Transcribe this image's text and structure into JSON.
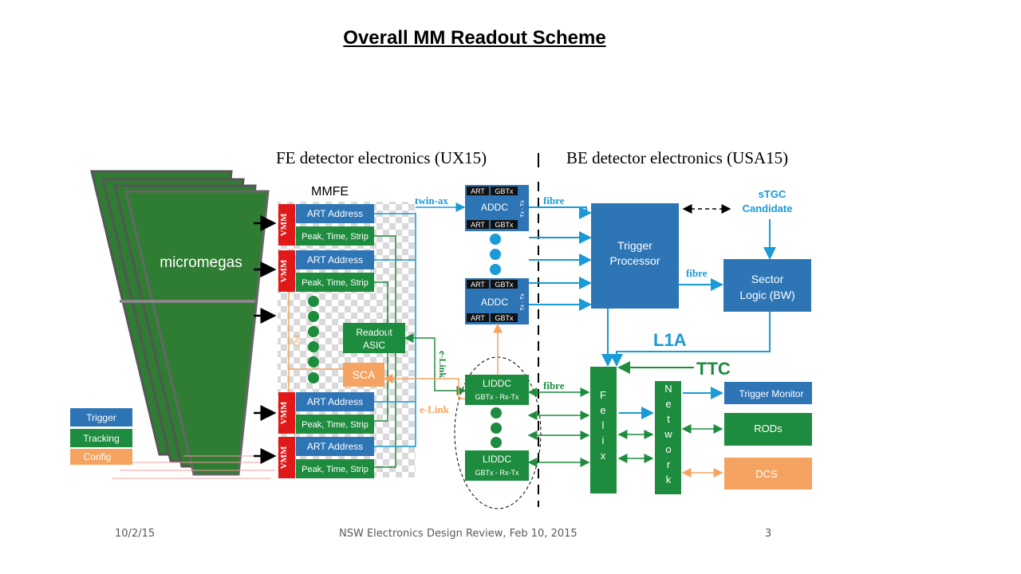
{
  "slide": {
    "title": "Overall MM Readout Scheme",
    "footer_date": "10/2/15",
    "footer_center": "NSW Electronics Design Review, Feb 10, 2015",
    "footer_page": "3"
  },
  "diagram": {
    "fe_header": "FE detector electronics (UX15)",
    "be_header": "BE detector electronics (USA15)",
    "detector_label": "micromegas",
    "mmfe_label": "MMFE",
    "vmm_label": "VMM",
    "art_address": "ART Address",
    "peak_time_strip": "Peak, Time, Strip",
    "i2c": "I²C",
    "readout_asic_l1": "Readout",
    "readout_asic_l2": "ASIC",
    "sca": "SCA",
    "twin_ax": "twin-ax",
    "fibre": "fibre",
    "e_link_green": "e-Link",
    "e_link_orange": "e-Link",
    "addc": "ADDC",
    "art": "ART",
    "gbtx": "GBTx",
    "tx_tx": "Tx - Tx",
    "liddc": "LIDDC",
    "liddc_sub": "GBTx - Rx-Tx",
    "trigger_processor_l1": "Trigger",
    "trigger_processor_l2": "Processor",
    "stgc_l1": "sTGC",
    "stgc_l2": "Candidate",
    "sector_logic_l1": "Sector",
    "sector_logic_l2": "Logic (BW)",
    "l1a": "L1A",
    "ttc": "TTC",
    "felix_letters": [
      "F",
      "e",
      "l",
      "i",
      "x"
    ],
    "network_letters": [
      "N",
      "e",
      "t",
      "w",
      "o",
      "r",
      "k"
    ],
    "trigger_monitor": "Trigger Monitor",
    "rods": "RODs",
    "dcs": "DCS",
    "legend": [
      "Trigger",
      "Tracking",
      "Config"
    ]
  },
  "colors": {
    "blue_box": "#2e75b6",
    "green_box": "#1e8c3e",
    "orange_box": "#f4a460",
    "link_blue": "#1a9ad6",
    "detector_green": "#2f7d32",
    "vmm_red": "#e01818"
  }
}
